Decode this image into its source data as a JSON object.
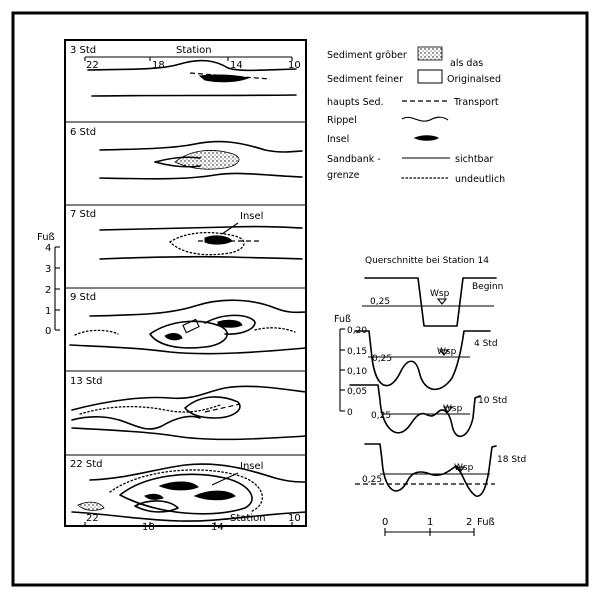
{
  "panels": [
    {
      "label": "3 Std",
      "station_title": "Station",
      "stations": [
        "22",
        "18",
        "14",
        "10"
      ]
    },
    {
      "label": "6 Std"
    },
    {
      "label": "7 Std",
      "annotation": "Insel"
    },
    {
      "label": "9 Std"
    },
    {
      "label": "13 Std"
    },
    {
      "label": "22 Std",
      "annotation": "Insel",
      "station_title": "Station",
      "stations": [
        "22",
        "18",
        "14",
        "10"
      ]
    }
  ],
  "left_scale": {
    "label": "Fuß",
    "ticks": [
      "4",
      "3",
      "2",
      "1",
      "0"
    ]
  },
  "legend": {
    "coarse_line1": "Sediment gröber",
    "coarse_line2": "als das",
    "fine": "Sediment feiner",
    "original": "Originalsed",
    "main_sed": "haupts Sed.",
    "transport": "Transport",
    "ripple": "Rippel",
    "island": "Insel",
    "sandbank_line1": "Sandbank -",
    "sandbank_line2": "grenze",
    "visible": "sichtbar",
    "indistinct": "undeutlich"
  },
  "cross_sections": {
    "title": "Querschnitte bei Station 14",
    "axis_label": "Fuß",
    "axis_ticks": [
      "0,20",
      "0,15",
      "0,10",
      "0,05",
      "0"
    ],
    "rows": [
      {
        "time": "Beginn",
        "level": "0,25",
        "water": "Wsp"
      },
      {
        "time": "4 Std",
        "level": "0,25",
        "water": "Wsp"
      },
      {
        "time": "10 Std",
        "level": "0,25",
        "water": "Wsp"
      },
      {
        "time": "18 Std",
        "level": "0,25",
        "water": "Wsp"
      }
    ],
    "scale_ticks": [
      "0",
      "1",
      "2"
    ],
    "scale_unit": "Fuß"
  }
}
